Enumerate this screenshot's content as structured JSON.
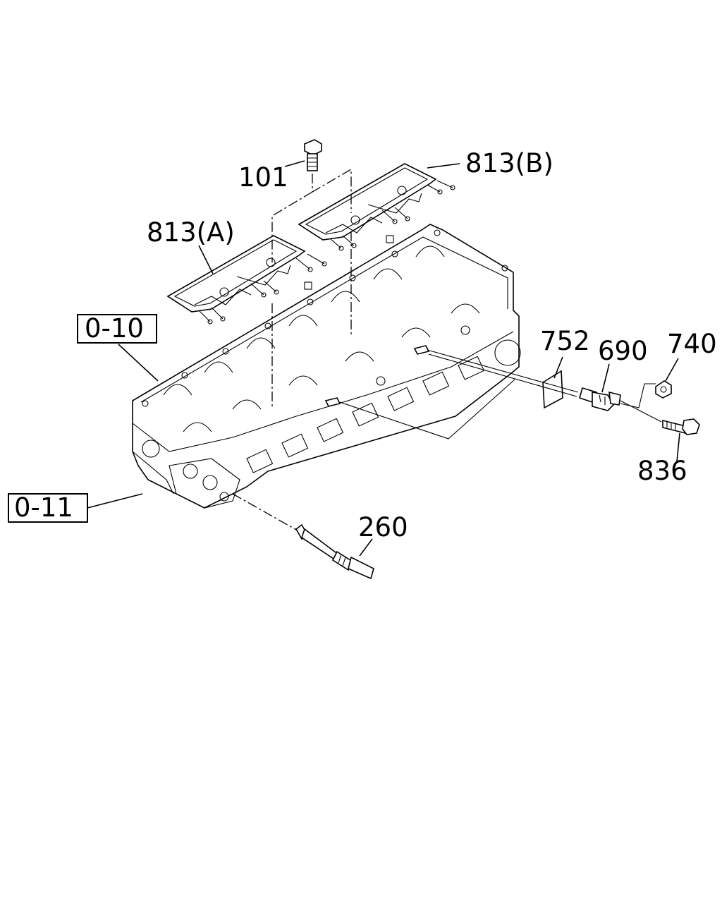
{
  "callouts": {
    "p101": "101",
    "p813b": "813(B)",
    "p813a": "813(A)",
    "p752": "752",
    "p690": "690",
    "p740": "740",
    "p836": "836",
    "p260": "260"
  },
  "references": {
    "r010": "0-10",
    "r011": "0-11"
  }
}
